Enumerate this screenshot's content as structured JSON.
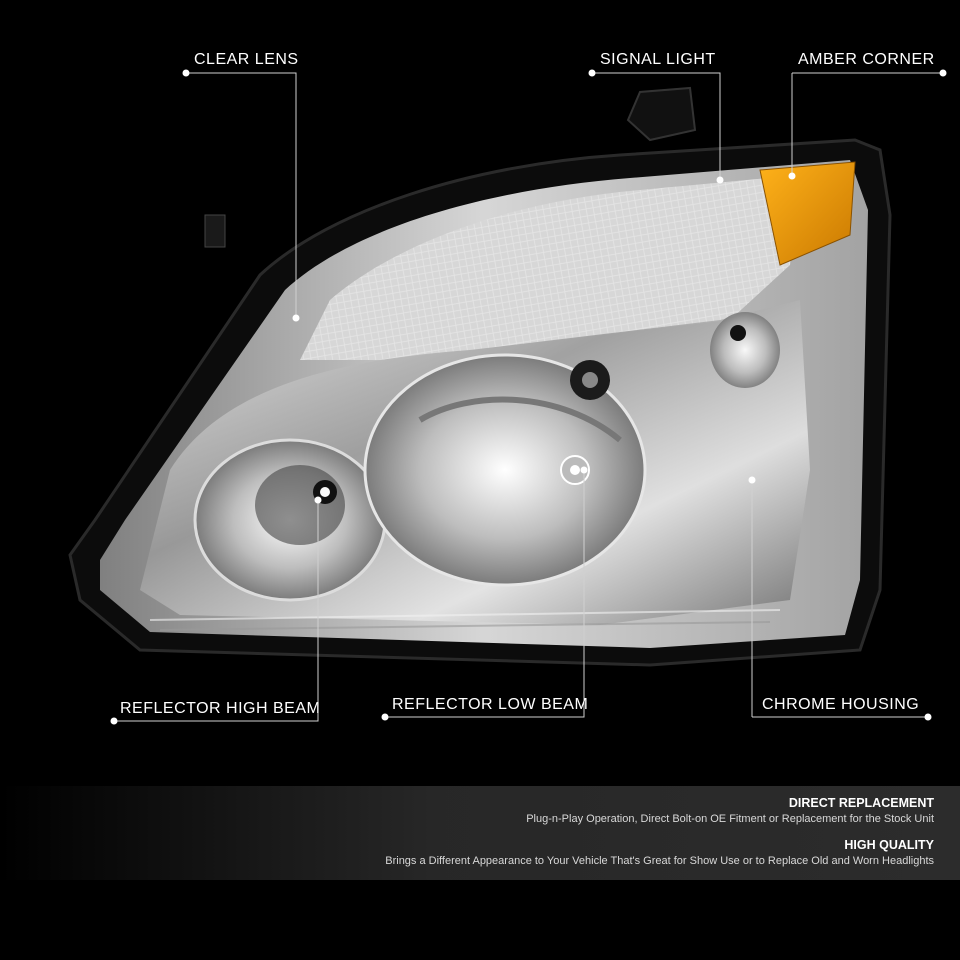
{
  "callouts": {
    "clear_lens": "CLEAR LENS",
    "signal_light": "SIGNAL LIGHT",
    "amber_corner": "AMBER CORNER",
    "reflector_high_beam": "REFLECTOR HIGH BEAM",
    "reflector_low_beam": "REFLECTOR LOW BEAM",
    "chrome_housing": "CHROME HOUSING"
  },
  "features": [
    {
      "title": "DIRECT REPLACEMENT",
      "desc": "Plug-n-Play Operation, Direct Bolt-on OE Fitment or Replacement for the Stock Unit"
    },
    {
      "title": "HIGH QUALITY",
      "desc": "Brings a Different Appearance to Your Vehicle That's Great for Show Use or to Replace Old and Worn Headlights"
    }
  ],
  "colors": {
    "background": "#000000",
    "amber": "#f0a000",
    "chrome": "#c8c8c8",
    "text": "#ffffff"
  }
}
